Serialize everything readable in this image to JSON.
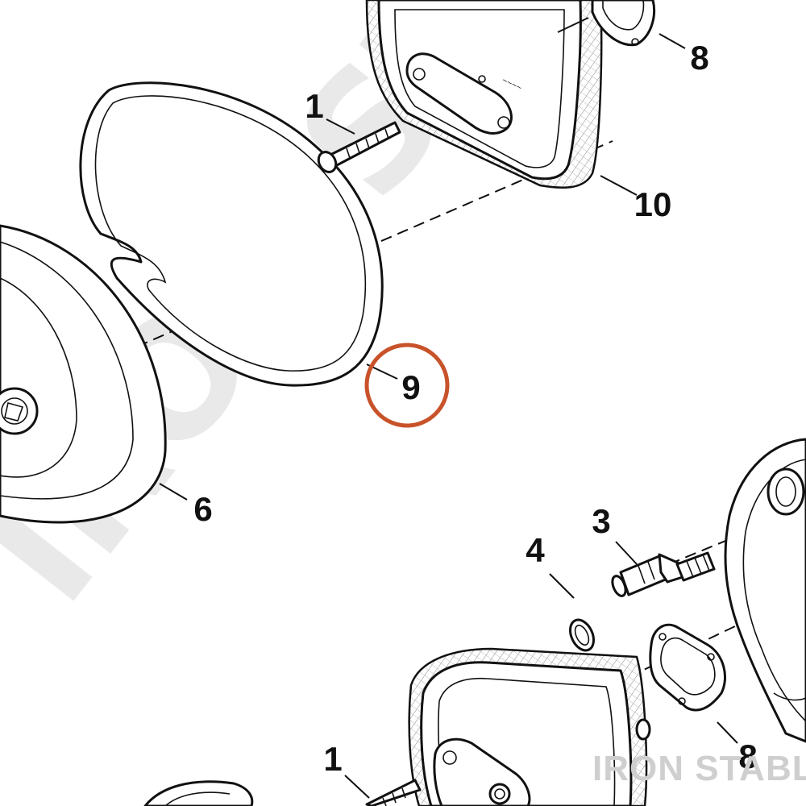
{
  "diagram": {
    "watermark_text": "IRON STABLE",
    "brand_text": "IRON STABLE",
    "highlight_color": "#c8522a",
    "callouts": [
      {
        "id": "callout-1-top",
        "label": "1"
      },
      {
        "id": "callout-1-bottom",
        "label": "1"
      },
      {
        "id": "callout-3",
        "label": "3"
      },
      {
        "id": "callout-4",
        "label": "4"
      },
      {
        "id": "callout-6",
        "label": "6"
      },
      {
        "id": "callout-8-top",
        "label": "8"
      },
      {
        "id": "callout-8-bottom",
        "label": "8"
      },
      {
        "id": "callout-9",
        "label": "9"
      },
      {
        "id": "callout-10",
        "label": "10"
      }
    ]
  }
}
